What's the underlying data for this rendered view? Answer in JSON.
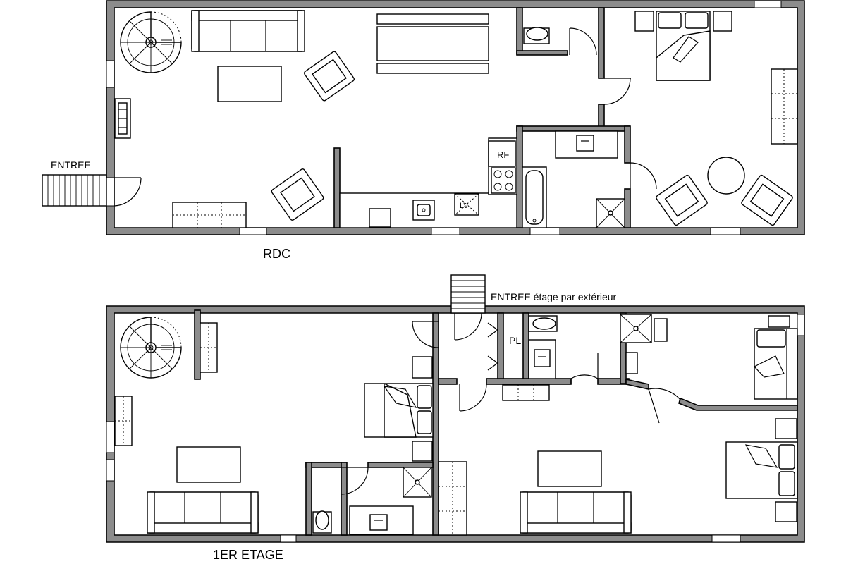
{
  "labels": {
    "entree": "ENTREE",
    "rdc": "RDC",
    "rf": "RF",
    "lv": "LV",
    "entree_etage": "ENTREE étage par extérieur",
    "pl": "PL",
    "etage": "1ER ETAGE"
  },
  "colors": {
    "wall": "#8c8c8c",
    "line": "#000000",
    "background": "#ffffff"
  }
}
